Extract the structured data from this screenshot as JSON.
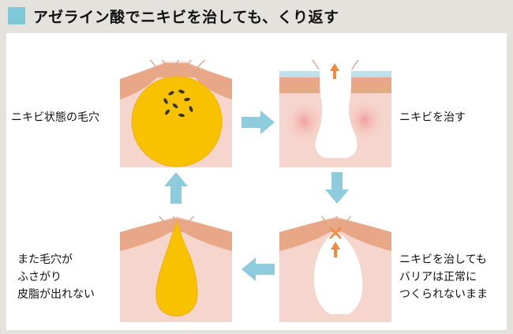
{
  "title": "アゼライン酸でニキビを治しても、くり返す",
  "steps": [
    {
      "label_lines": [
        "ニキビ状態の毛穴"
      ]
    },
    {
      "label_lines": [
        "ニキビを治す"
      ]
    },
    {
      "label_lines": [
        "ニキビを治しても",
        "バリアは正常に",
        "つくられないまま"
      ]
    },
    {
      "label_lines": [
        "また毛穴が",
        "ふさがり",
        "皮脂が出れない"
      ]
    }
  ],
  "colors": {
    "accent": "#7ec8d8",
    "skin": "#f6d5cc",
    "epidermis": "#e8a888",
    "sebum": "#f8c200",
    "arrow_orange": "#f08a3c",
    "flow_arrow": "#8ecbdc"
  }
}
